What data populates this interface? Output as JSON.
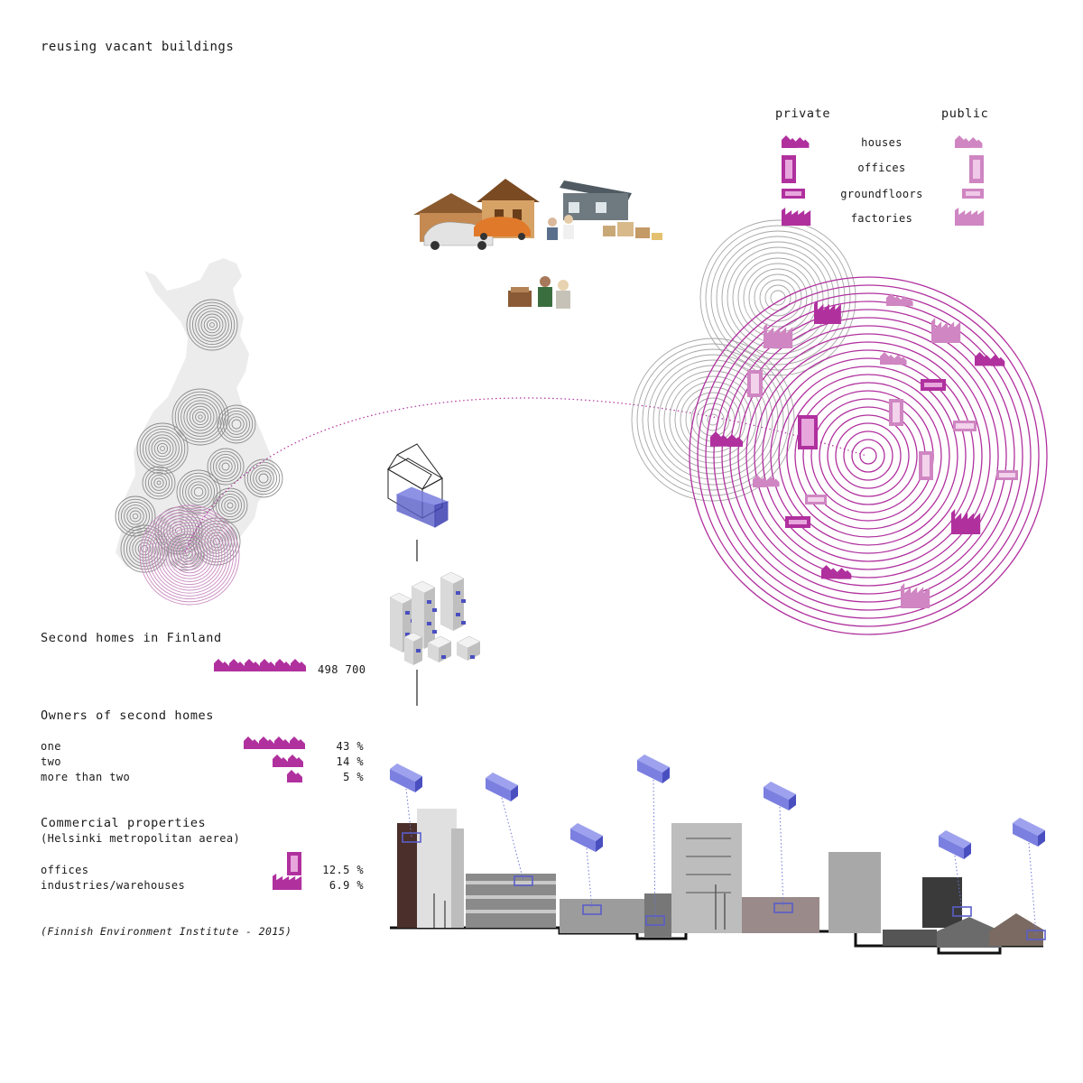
{
  "title": "reusing vacant buildings",
  "legend": {
    "col_private": "private",
    "col_public": "public",
    "rows": [
      "houses",
      "offices",
      "groundfloors",
      "factories"
    ]
  },
  "second_homes": {
    "heading": "Second homes in Finland",
    "value": "498 700"
  },
  "owners": {
    "heading": "Owners of second homes",
    "rows": [
      {
        "label": "one",
        "value": "43 %"
      },
      {
        "label": "two",
        "value": "14 %"
      },
      {
        "label": "more than two",
        "value": "5 %"
      }
    ]
  },
  "commercial": {
    "heading": "Commercial properties",
    "subheading": "(Helsinki metropolitan aerea)",
    "rows": [
      {
        "label": "offices",
        "value": "12.5 %"
      },
      {
        "label": "industries/warehouses",
        "value": "6.9 %"
      }
    ]
  },
  "citation": "(Finnish Environment Institute - 2015)",
  "colors": {
    "magenta": "#b0309e",
    "magenta_light": "#cf86c2",
    "grey_ring": "#9a9a9a",
    "map_fill": "#ececec",
    "blue": "#6f74d6"
  }
}
